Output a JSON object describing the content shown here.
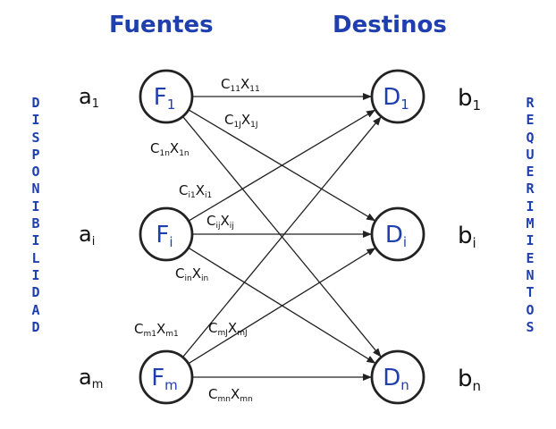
{
  "titles": {
    "sources": "Fuentes",
    "destinations": "Destinos"
  },
  "side_labels": {
    "left": "DISPONIBILIDAD",
    "right": "REQUERIMIENTOS"
  },
  "colors": {
    "accent": "#1f3fae",
    "node_label": "#1f3fae",
    "stroke": "#222222",
    "text": "#111111"
  },
  "sources": [
    {
      "id": "F1",
      "base": "F",
      "sub": "1",
      "supply": {
        "base": "a",
        "sub": "1"
      }
    },
    {
      "id": "Fi",
      "base": "F",
      "sub": "i",
      "supply": {
        "base": "a",
        "sub": "i"
      }
    },
    {
      "id": "Fm",
      "base": "F",
      "sub": "m",
      "supply": {
        "base": "a",
        "sub": "m"
      }
    }
  ],
  "destinations": [
    {
      "id": "D1",
      "base": "D",
      "sub": "1",
      "demand": {
        "base": "b",
        "sub": "1"
      }
    },
    {
      "id": "Di",
      "base": "D",
      "sub": "i",
      "demand": {
        "base": "b",
        "sub": "i"
      }
    },
    {
      "id": "Dn",
      "base": "D",
      "sub": "n",
      "demand": {
        "base": "b",
        "sub": "n"
      }
    }
  ],
  "arcs": [
    {
      "from": "F1",
      "to": "D1",
      "label": {
        "c": "11",
        "x": "11"
      }
    },
    {
      "from": "F1",
      "to": "Di",
      "label": {
        "c": "1J",
        "x": "1J"
      }
    },
    {
      "from": "F1",
      "to": "Dn",
      "label": {
        "c": "1n",
        "x": "1n"
      }
    },
    {
      "from": "Fi",
      "to": "D1",
      "label": {
        "c": "i1",
        "x": "i1"
      }
    },
    {
      "from": "Fi",
      "to": "Di",
      "label": {
        "c": "ij",
        "x": "ij"
      }
    },
    {
      "from": "Fi",
      "to": "Dn",
      "label": {
        "c": "in",
        "x": "in"
      }
    },
    {
      "from": "Fm",
      "to": "D1",
      "label": {
        "c": "m1",
        "x": "m1"
      }
    },
    {
      "from": "Fm",
      "to": "Di",
      "label": {
        "c": "mJ",
        "x": "mJ"
      }
    },
    {
      "from": "Fm",
      "to": "Dn",
      "label": {
        "c": "mn",
        "x": "mn"
      }
    }
  ],
  "symbols": {
    "cost": "C",
    "flow": "X"
  }
}
